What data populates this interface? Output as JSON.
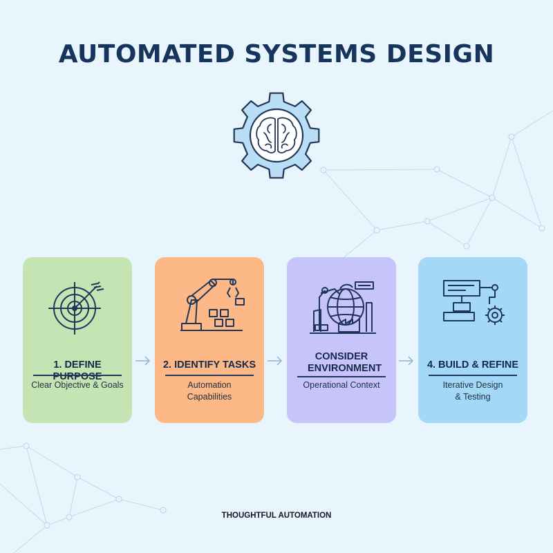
{
  "title": "AUTOMATED SYSTEMS DESIGN",
  "footer": "THOUGHTFUL AUTOMATION",
  "colors": {
    "background": "#e9f5fc",
    "title": "#17345d",
    "gear_fill": "#b9def5",
    "card_green": "#c4e4b4",
    "card_orange": "#fcb886",
    "card_purple": "#c7c4fb",
    "card_blue": "#a3d9f7"
  },
  "steps": [
    {
      "title": "1. DEFINE PURPOSE",
      "subtitle": "Clear Objective & Goals",
      "icon": "target-icon"
    },
    {
      "title": "2. IDENTIFY TASKS",
      "subtitle": "Automation Capabilities",
      "icon": "robotic-arm-icon"
    },
    {
      "title": "CONSIDER ENVIRONMENT",
      "subtitle": "Operational Context",
      "icon": "factory-globe-icon"
    },
    {
      "title": "4. BUILD & REFINE",
      "subtitle": "Iterative Design & Testing",
      "icon": "flowchart-gear-icon"
    }
  ]
}
